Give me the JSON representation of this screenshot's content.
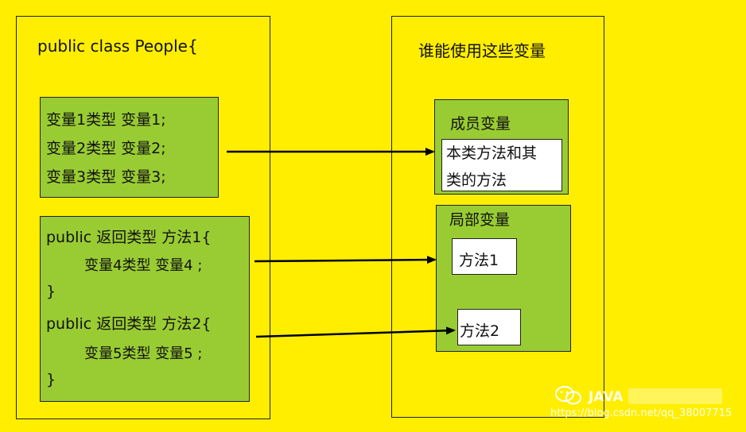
{
  "left": {
    "title": "public class People{",
    "fields": [
      "变量1类型   变量1;",
      "变量2类型   变量2;",
      "变量3类型   变量3;"
    ],
    "method1": {
      "head": "public 返回类型 方法1{",
      "body": "变量4类型 变量4 ;",
      "close": "}"
    },
    "method2": {
      "head": "public 返回类型 方法2{",
      "body": "变量5类型 变量5 ;",
      "close": "}"
    }
  },
  "right": {
    "title": "谁能使用这些变量",
    "member": {
      "title": "成员变量",
      "desc_line1": "本类方法和其",
      "desc_line2": "类的方法"
    },
    "local": {
      "title": "局部变量",
      "m1": "方法1",
      "m2": "方法2"
    }
  },
  "watermark": {
    "brand": "JAVA",
    "url": "https://blog.csdn.net/qq_38007715"
  },
  "colors": {
    "background": "#ffee00",
    "green": "#99cc33",
    "white": "#ffffff",
    "arrow": "#000000"
  },
  "icons": {
    "wechat": "wechat-icon"
  }
}
